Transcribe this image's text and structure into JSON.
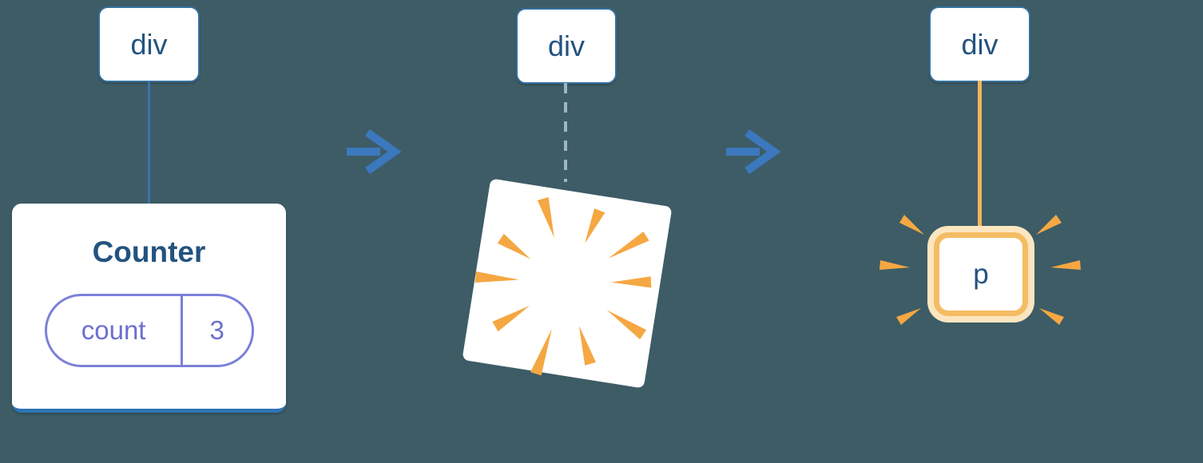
{
  "colors": {
    "background": "#3d5c66",
    "node_text": "#23537f",
    "node_border": "#35709f",
    "connector_blue": "#3a74ad",
    "connector_dashed": "#9cb6c6",
    "card_underline": "#2e74b5",
    "state_purple": "#6b6fd0",
    "arrow_blue": "#3b78bd",
    "highlight_orange": "#f5a742",
    "highlight_border": "#f5bc63",
    "highlight_halo": "#fce6c0"
  },
  "panels": {
    "before": {
      "root_label": "div",
      "component_title": "Counter",
      "state": {
        "key": "count",
        "value": "3"
      }
    },
    "during": {
      "root_label": "div",
      "effect": "poof-explosion"
    },
    "after": {
      "root_label": "div",
      "child_label": "p"
    }
  }
}
